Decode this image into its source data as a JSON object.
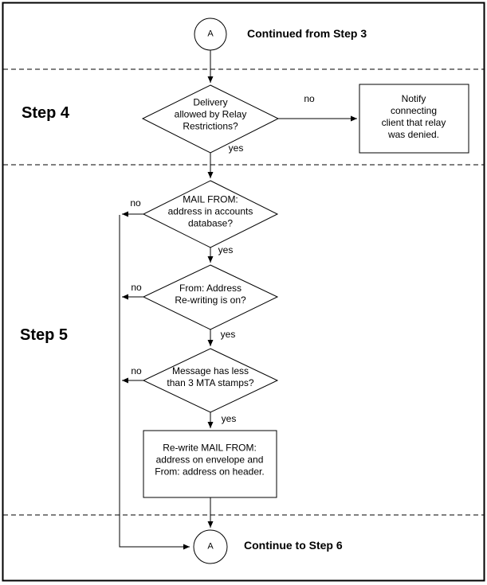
{
  "diagram": {
    "start": {
      "connector": "A",
      "caption": "Continued from Step 3"
    },
    "end": {
      "connector": "A",
      "caption": "Continue to Step 6"
    },
    "yes_label": "yes",
    "no_label": "no",
    "step4": {
      "label": "Step 4",
      "relay_decision": "Delivery\nallowed  by Relay\nRestrictions?",
      "deny_box": "Notify connecting\nclient that relay\nwas denied."
    },
    "step5": {
      "label": "Step 5",
      "accounts_decision": "MAIL FROM:\naddress in accounts\ndatabase?",
      "rewrite_decision": "From: Address\nRe-writing is on?",
      "stamps_decision": "Message has less\nthan 3 MTA stamps?",
      "rewrite_box": "Re-write MAIL FROM:\naddress  on envelope and\nFrom: address on header."
    },
    "colors": {
      "line": "#000000",
      "background": "#ffffff"
    }
  }
}
